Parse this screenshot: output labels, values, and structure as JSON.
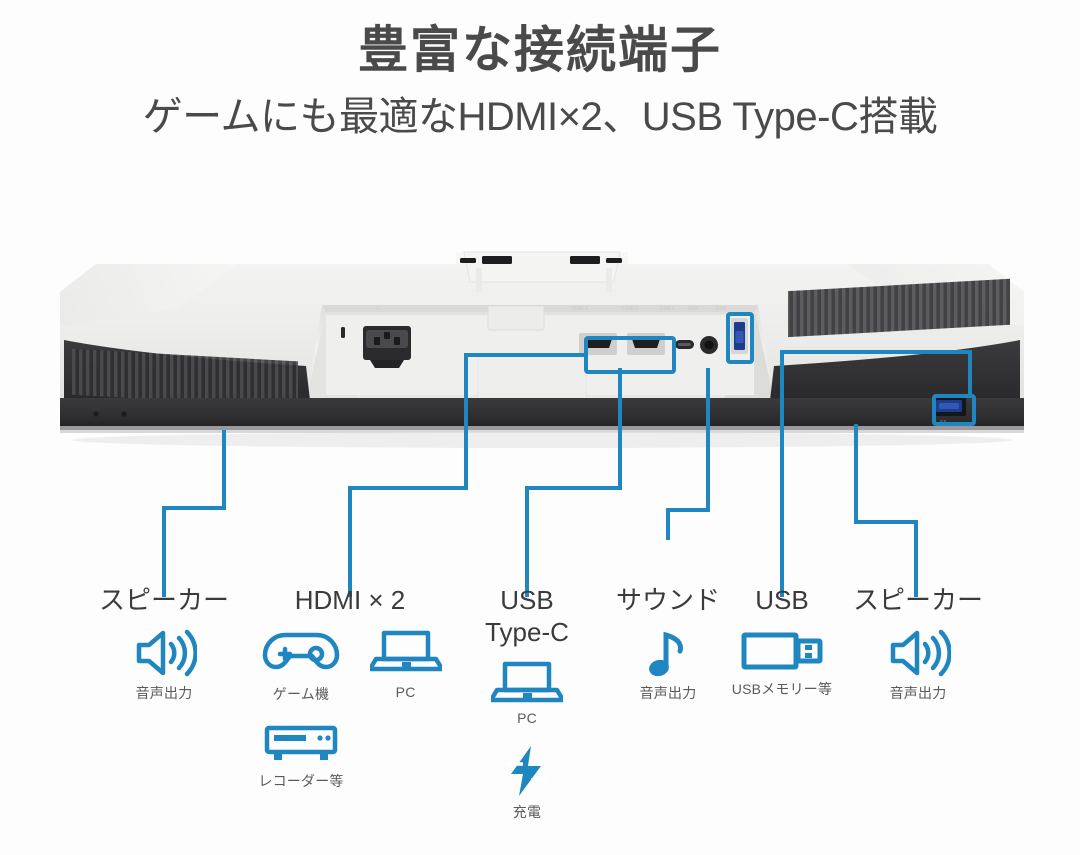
{
  "heading": {
    "title": "豊富な接続端子",
    "subtitle": "ゲームにも最適なHDMI×2、USB Type-C搭載"
  },
  "colors": {
    "accent_blue": "#1f86c0",
    "accent_blue_dark": "#0f6fa8",
    "heading_text": "#4a4a4a",
    "caption_text": "#5a5a5a",
    "background": "#fdfdfd"
  },
  "product": {
    "description": "モニター背面の接続端子部",
    "ports": [
      {
        "name": "power-inlet",
        "label": "Power",
        "highlighted": false
      },
      {
        "name": "hdmi-port-1",
        "label": "HDMI 1",
        "highlighted": true
      },
      {
        "name": "hdmi-port-2",
        "label": "HDMI 2",
        "highlighted": true
      },
      {
        "name": "usb-type-c-port",
        "label": "USB Type-C",
        "highlighted": true
      },
      {
        "name": "audio-line-out-jack",
        "label": "Audio Out",
        "highlighted": true
      },
      {
        "name": "usb-a-port-rear",
        "label": "USB",
        "highlighted": true
      },
      {
        "name": "usb-a-port-side",
        "label": "USB",
        "highlighted": true
      },
      {
        "name": "speaker-left",
        "label": "スピーカー",
        "highlighted": true
      },
      {
        "name": "speaker-right",
        "label": "スピーカー",
        "highlighted": true
      }
    ]
  },
  "callouts": [
    {
      "id": "speaker-left",
      "title": "スピーカー",
      "title_lines": [
        "スピーカー"
      ],
      "items": [
        {
          "icon": "speaker-icon",
          "caption": "音声出力"
        }
      ]
    },
    {
      "id": "hdmi",
      "title": "HDMI × 2",
      "title_lines": [
        "HDMI × 2"
      ],
      "items": [
        {
          "icon": "gamepad-icon",
          "caption": "ゲーム機"
        },
        {
          "icon": "laptop-icon",
          "caption": "PC"
        },
        {
          "icon": "recorder-icon",
          "caption": "レコーダー等"
        }
      ]
    },
    {
      "id": "usb-type-c",
      "title": "USB Type-C",
      "title_lines": [
        "USB",
        "Type-C"
      ],
      "items": [
        {
          "icon": "laptop-icon",
          "caption": "PC"
        },
        {
          "icon": "bolt-icon",
          "caption": "充電"
        }
      ]
    },
    {
      "id": "sound",
      "title": "サウンド",
      "title_lines": [
        "サウンド"
      ],
      "items": [
        {
          "icon": "music-note-icon",
          "caption": "音声出力"
        }
      ]
    },
    {
      "id": "usb",
      "title": "USB",
      "title_lines": [
        "USB"
      ],
      "items": [
        {
          "icon": "usb-stick-icon",
          "caption": "USBメモリー等"
        }
      ]
    },
    {
      "id": "speaker-right",
      "title": "スピーカー",
      "title_lines": [
        "スピーカー"
      ],
      "items": [
        {
          "icon": "speaker-icon",
          "caption": "音声出力"
        }
      ]
    }
  ],
  "labels": {
    "speaker_left_title": "スピーカー",
    "speaker_left_cap": "音声出力",
    "hdmi_title": "HDMI × 2",
    "hdmi_game_cap": "ゲーム機",
    "hdmi_pc_cap": "PC",
    "hdmi_recorder_cap": "レコーダー等",
    "usbc_title_1": "USB",
    "usbc_title_2": "Type-C",
    "usbc_pc_cap": "PC",
    "usbc_charge_cap": "充電",
    "sound_title": "サウンド",
    "sound_cap": "音声出力",
    "usb_title": "USB",
    "usb_cap": "USBメモリー等",
    "speaker_right_title": "スピーカー",
    "speaker_right_cap": "音声出力"
  }
}
